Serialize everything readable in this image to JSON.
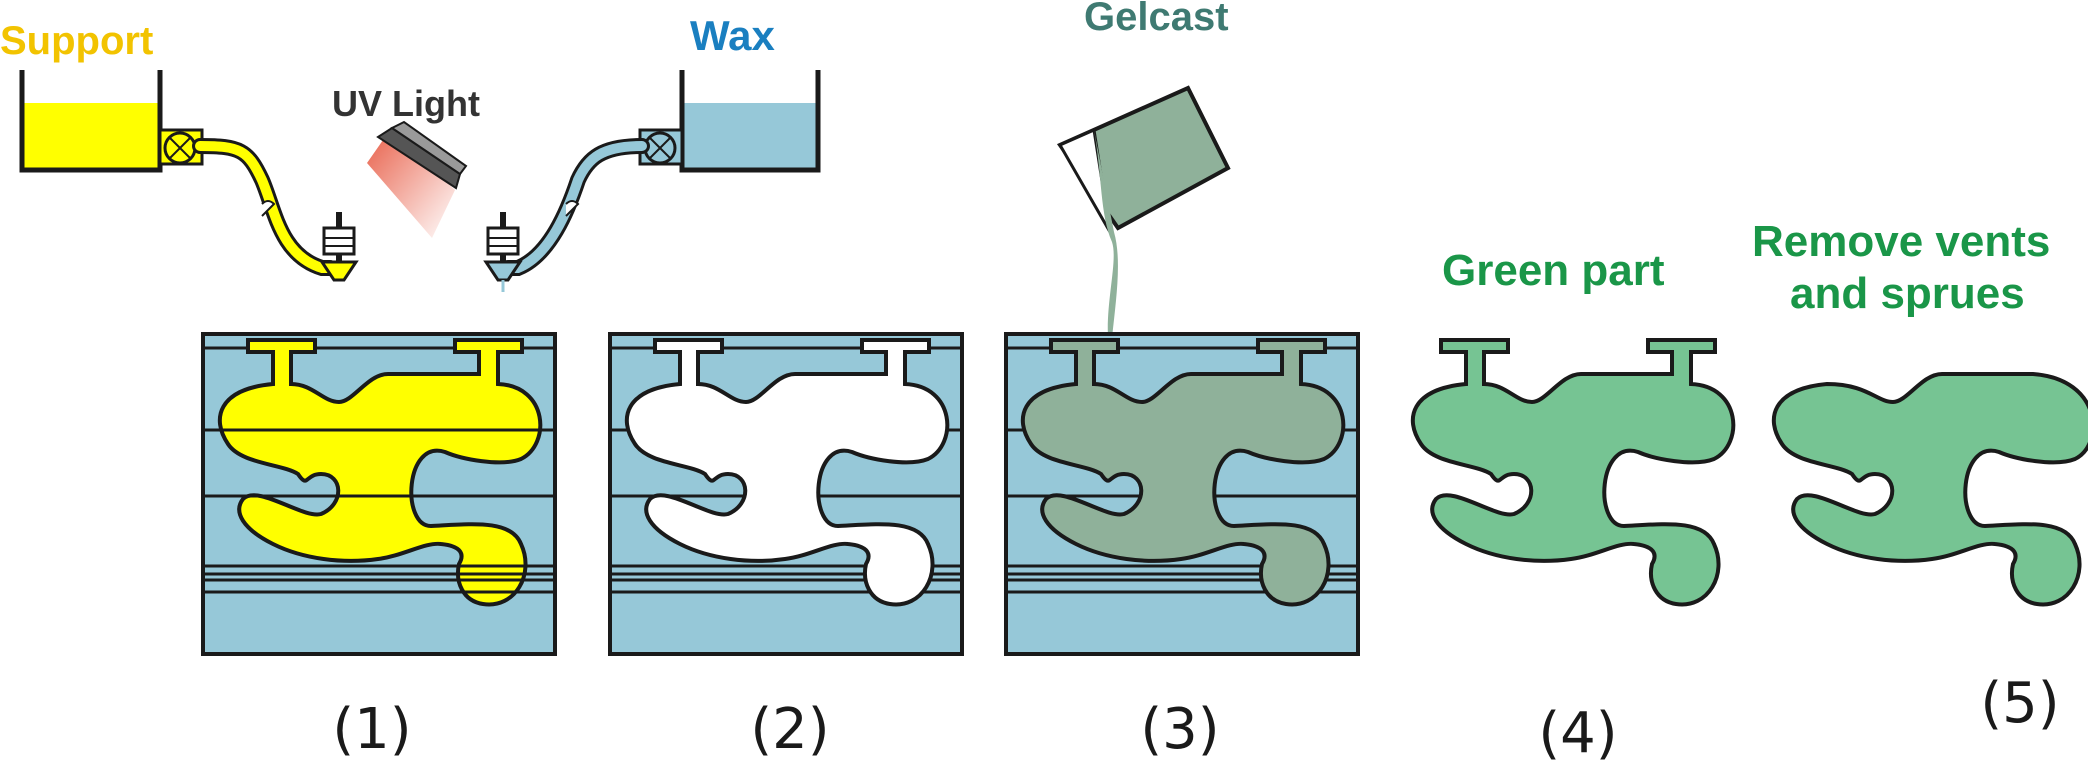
{
  "labels": {
    "support": "Support",
    "uv_light": "UV Light",
    "wax": "Wax",
    "gelcast": "Gelcast",
    "green_part": "Green part",
    "remove_line1": "Remove vents",
    "remove_line2": "and sprues"
  },
  "steps": [
    "(1)",
    "(2)",
    "(3)",
    "(4)",
    "(5)"
  ],
  "colors": {
    "support": "#ffff00",
    "support_text": "#f2c300",
    "wax_fluid": "#96c8d8",
    "wax_text": "#1a7fc0",
    "gelcast_fill": "#8fb19a",
    "gelcast_text": "#3f7a72",
    "green_fill": "#76c493",
    "green_text": "#1a9648",
    "mold": "#96c8d8",
    "uv_gradient_start": "#e8604a",
    "outline": "#1a1a1a"
  },
  "icons": [
    "support-tank-icon",
    "wax-tank-icon",
    "uv-lamp-icon",
    "valve-icon",
    "print-nozzle-icon",
    "pouring-cup-icon"
  ]
}
